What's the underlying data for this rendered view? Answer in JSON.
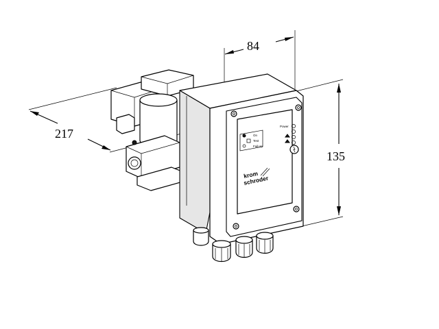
{
  "dimensions": {
    "width_label": "84",
    "depth_label": "217",
    "height_label": "135"
  },
  "device": {
    "brand_line_1": "krom",
    "brand_line_2": "schroder",
    "led_labels": {
      "power": "Power"
    },
    "legend_labels": [
      "On",
      "Test",
      "Failure"
    ]
  }
}
